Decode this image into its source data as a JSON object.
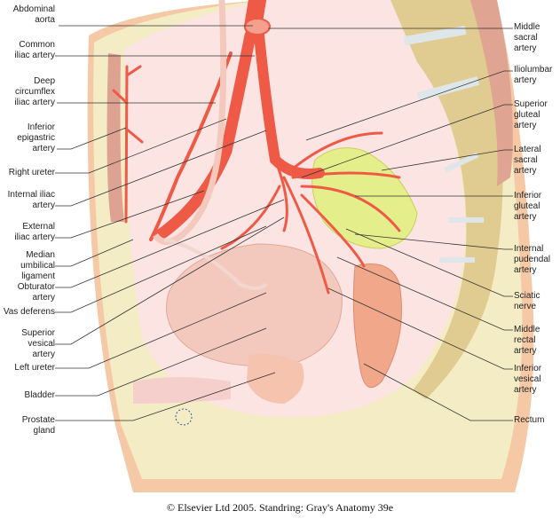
{
  "left_labels": [
    "Abdominal\naorta",
    "Common\niliac artery",
    "Deep\ncircumflex\niliac artery",
    "Inferior\nepigastric\nartery",
    "Right ureter",
    "Internal iliac\nartery",
    "External\niliac artery",
    "Median umbilical\nligament",
    "Obturator artery",
    "Vas deferens",
    "Superior vesical\nartery",
    "Left ureter",
    "Bladder",
    "Prostate gland"
  ],
  "right_labels": [
    "Middle\nsacral\nartery",
    "Iliolumbar\nartery",
    "Superior\ngluteal\nartery",
    "Lateral\nsacral\nartery",
    "Inferior\ngluteal\nartery",
    "Internal\npudendal\nartery",
    "Sciatic nerve",
    "Middle rectal\nartery",
    "Inferior\nvesical\nartery",
    "Rectum"
  ],
  "caption": "© Elsevier Ltd 2005. Standring: Gray's Anatomy 39e",
  "colors": {
    "artery": "#ee5a45",
    "bone": "#e0cc90",
    "fat": "#f3ecc4",
    "tissue": "#fbe4e2",
    "nerve": "#e4ee8a",
    "skin": "#f3b690"
  }
}
